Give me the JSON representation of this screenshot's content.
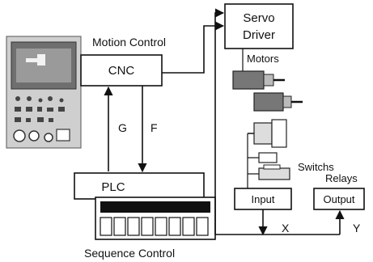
{
  "labels": {
    "motion_control": "Motion Control",
    "cnc": "CNC",
    "servo_line1": "Servo",
    "servo_line2": "Driver",
    "motors": "Motors",
    "g_signal": "G",
    "f_signal": "F",
    "switchs": "Switchs",
    "relays": "Relays",
    "plc": "PLC",
    "input": "Input",
    "output": "Output",
    "x_signal": "X",
    "y_signal": "Y",
    "sequence_control": "Sequence Control"
  },
  "icons": [
    "cnc-control-panel-icon",
    "servo-motor-icon",
    "limit-switch-icon",
    "plc-io-module-icon"
  ],
  "colors": {
    "line": "#111111",
    "background": "#ffffff"
  }
}
